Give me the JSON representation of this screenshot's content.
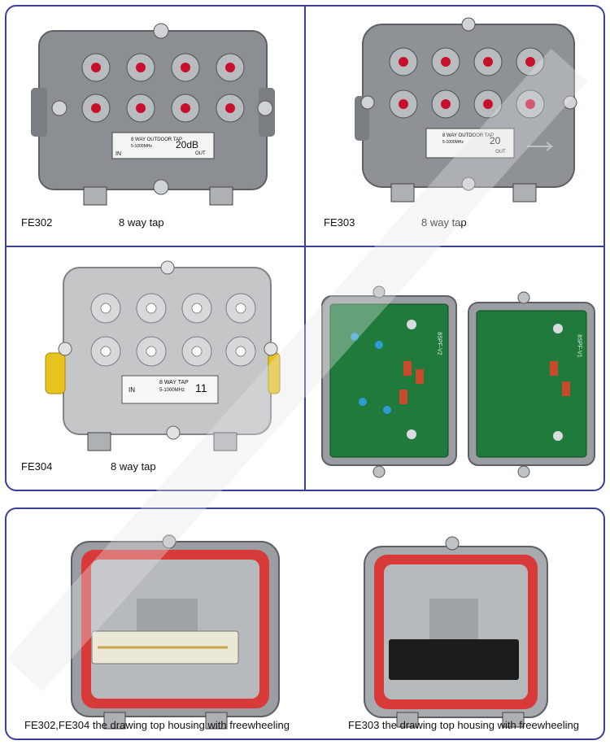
{
  "cells": [
    {
      "model": "FE302",
      "desc": "8 way tap",
      "label_main": "8 WAY OUTDOOR TAP",
      "label_sub": "5-1000MHz",
      "label_value": "20dB",
      "label_in": "IN",
      "label_out": "OUT"
    },
    {
      "model": "FE303",
      "desc": "8 way tap",
      "label_main": "8 WAY OUTDOOR TAP",
      "label_sub": "5-1000MHz",
      "label_value": "20",
      "label_out": "OUT"
    },
    {
      "model": "FE304",
      "desc": "8 way tap",
      "label_main": "8 WAY TAP",
      "label_sub": "5-1000MHz",
      "label_value": "11",
      "label_in": "IN"
    },
    {
      "board_left": "8SPF-V2",
      "board_right": "8SPF-V1"
    }
  ],
  "bottom": {
    "left_caption": "FE302,FE304 the drawing top housing with freewheeling",
    "right_caption": "FE303 the drawing top housing with freewheeling"
  },
  "colors": {
    "frame": "#3a3f9a",
    "housing": "#8b8f93",
    "housing_light": "#c4c6c8",
    "pcb": "#1f7a3c",
    "gasket": "#d83a3a"
  }
}
